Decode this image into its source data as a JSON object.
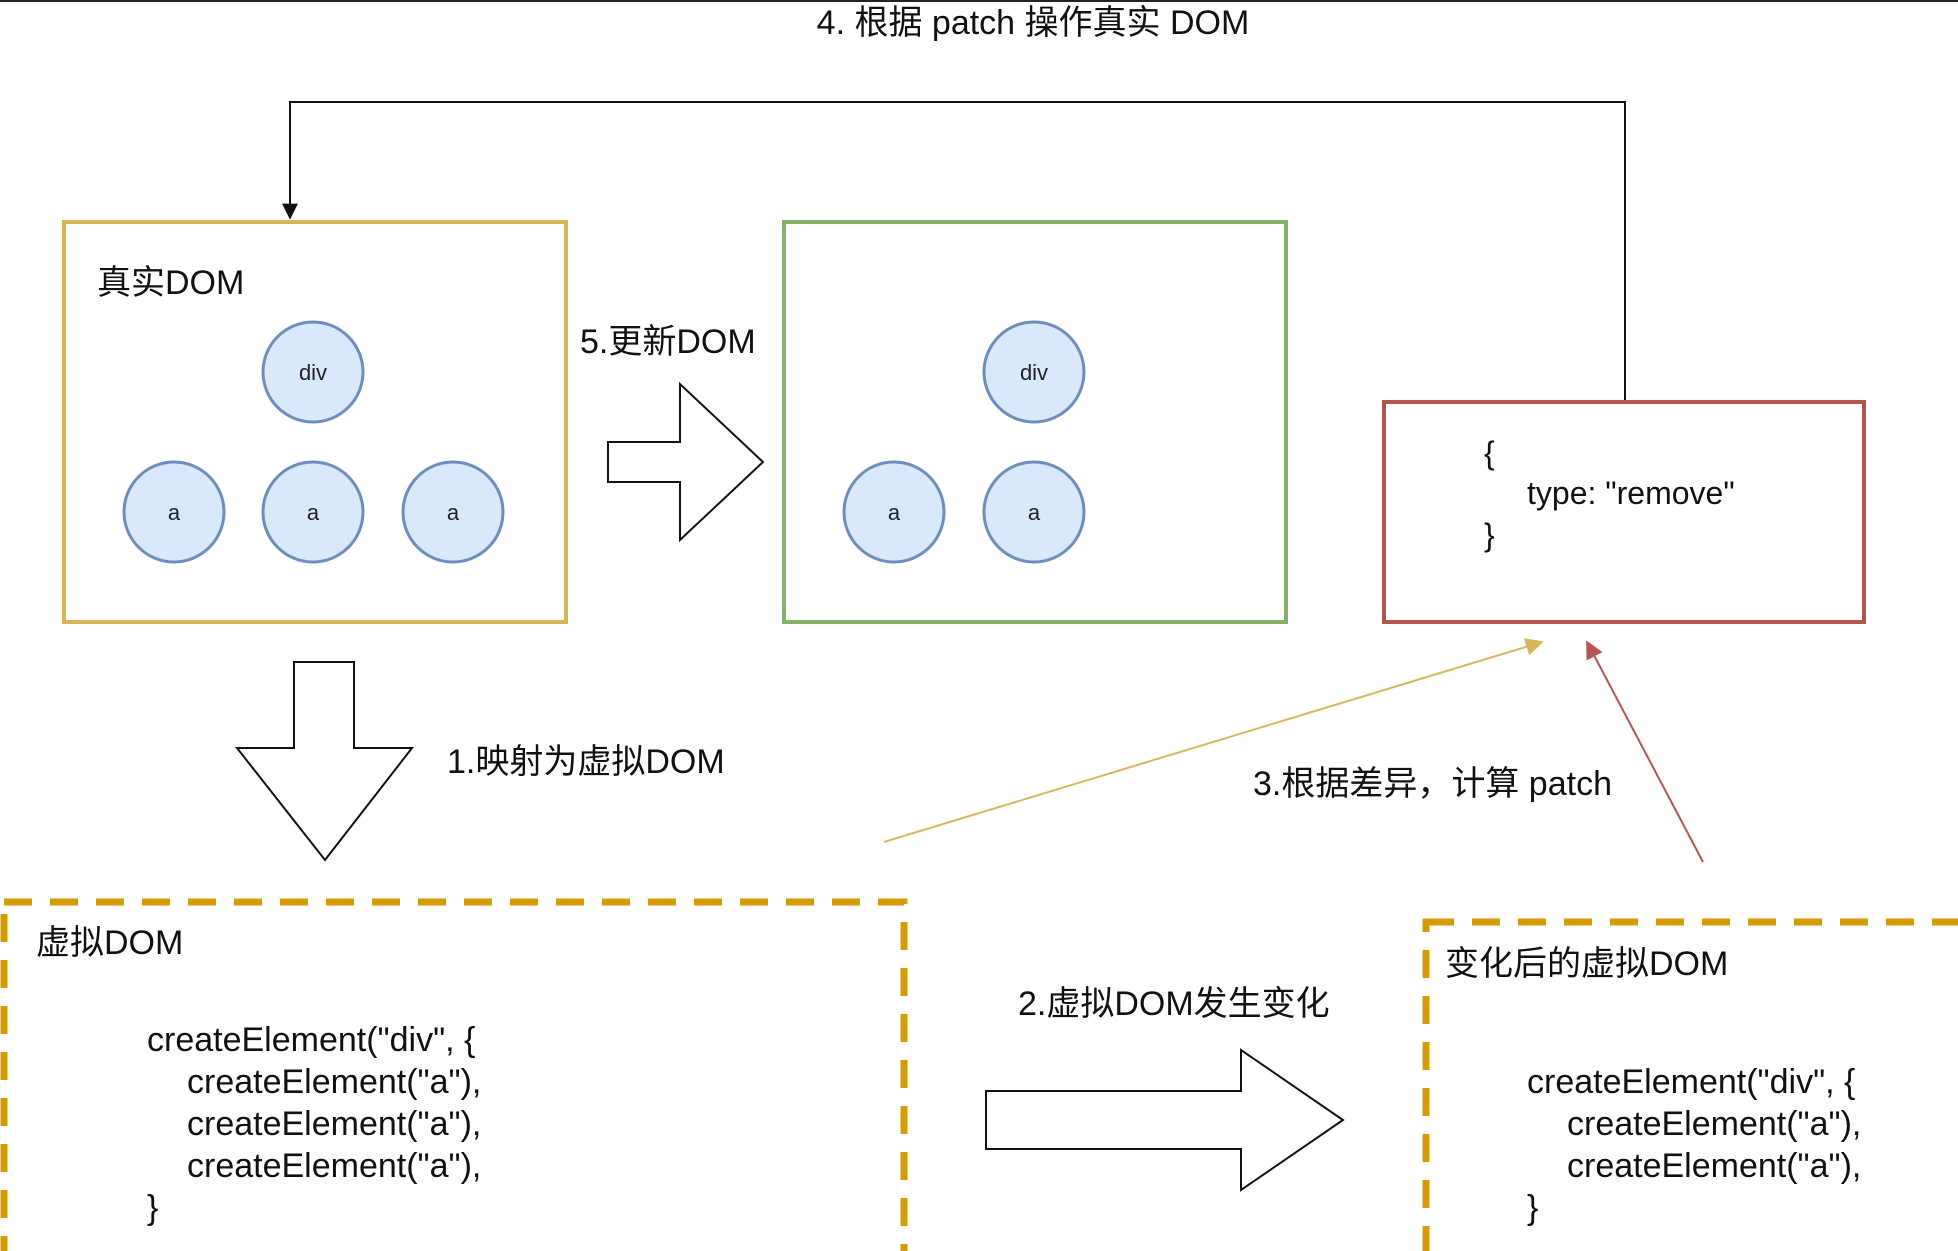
{
  "steps": {
    "step4": "4. 根据 patch 操作真实 DOM",
    "step5": "5.更新DOM",
    "step1": "1.映射为虚拟DOM",
    "step3": "3.根据差异，计算 patch",
    "step2": "2.虚拟DOM发生变化"
  },
  "real_dom": {
    "title": "真实DOM",
    "root": "div",
    "children": [
      "a",
      "a",
      "a"
    ]
  },
  "updated_dom": {
    "root": "div",
    "children": [
      "a",
      "a"
    ]
  },
  "patch": {
    "open": "{",
    "line": "type: \"remove\"",
    "close": "}"
  },
  "virtual_dom": {
    "title": "虚拟DOM",
    "code": [
      "createElement(\"div\", {",
      "createElement(\"a\"),",
      "createElement(\"a\"),",
      "createElement(\"a\"),",
      "}"
    ]
  },
  "changed_virtual_dom": {
    "title": "变化后的虚拟DOM",
    "code": [
      "createElement(\"div\", {",
      "createElement(\"a\"),",
      "createElement(\"a\"),",
      "}"
    ]
  },
  "colors": {
    "real_dom_border": "#d6b656",
    "updated_dom_border": "#82b366",
    "patch_border": "#b85450",
    "virtual_dom_border": "#d79b00",
    "node_fill": "#dae8fc",
    "node_stroke": "#6c8ebf",
    "arrow_yellow": "#d6b656",
    "arrow_red": "#b85450"
  }
}
